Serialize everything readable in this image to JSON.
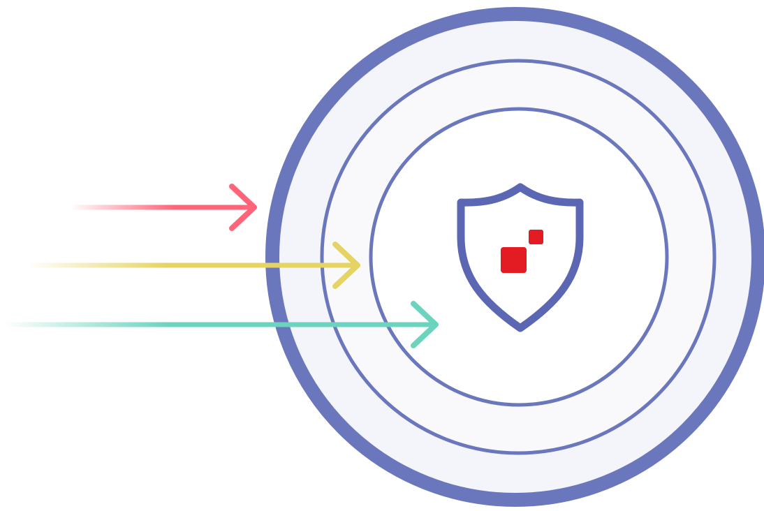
{
  "colors": {
    "ring": "#6b77bd",
    "outer_fill": "#f4f5fb",
    "middle_fill": "#f9f9fb",
    "inner_fill": "#ffffff",
    "shield": "#5c67b3",
    "shield_squares": "#e31b23",
    "arrow_red": "#ff6478",
    "arrow_yellow": "#e5d463",
    "arrow_teal": "#6cd4be"
  },
  "icons": {
    "center": "shield-icon",
    "arrows": [
      "arrow-right-icon",
      "arrow-right-icon",
      "arrow-right-icon"
    ]
  },
  "depicted": {
    "rings": 3,
    "arrows_count": 3,
    "arrow_targets": [
      "outer-ring",
      "middle-ring",
      "inner-ring"
    ]
  }
}
